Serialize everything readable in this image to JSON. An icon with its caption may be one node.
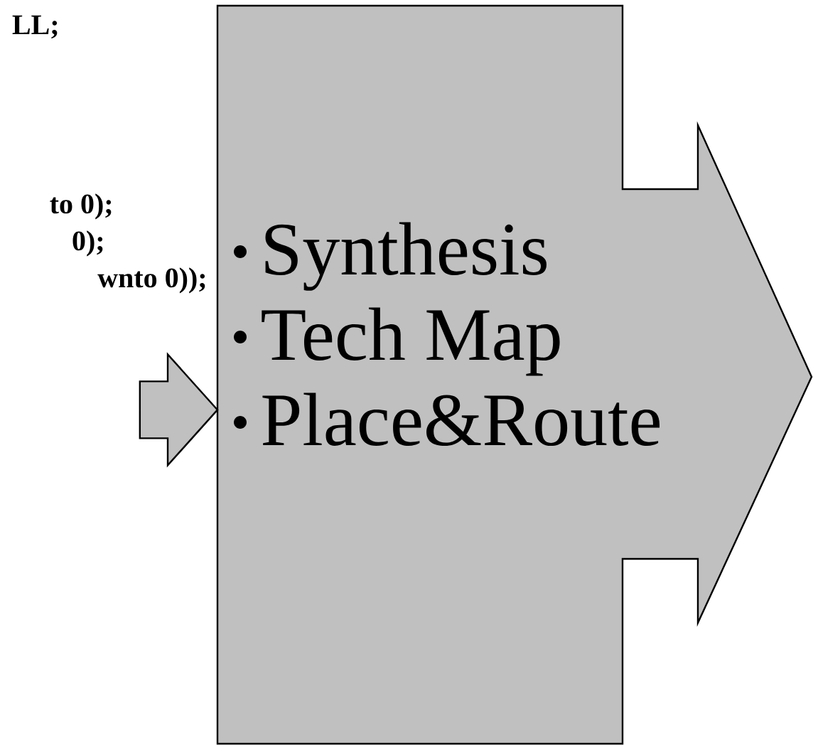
{
  "diagram": {
    "nodes": [
      {
        "text": [
          "LL;",
          "to 0);",
          "0);",
          "wnto 0));"
        ]
      },
      {
        "text": [
          "Synthesis",
          "Tech Map",
          "Place&Route"
        ]
      }
    ],
    "edges": [
      {
        "from": 0,
        "to": 1,
        "arrow": "to"
      }
    ]
  }
}
